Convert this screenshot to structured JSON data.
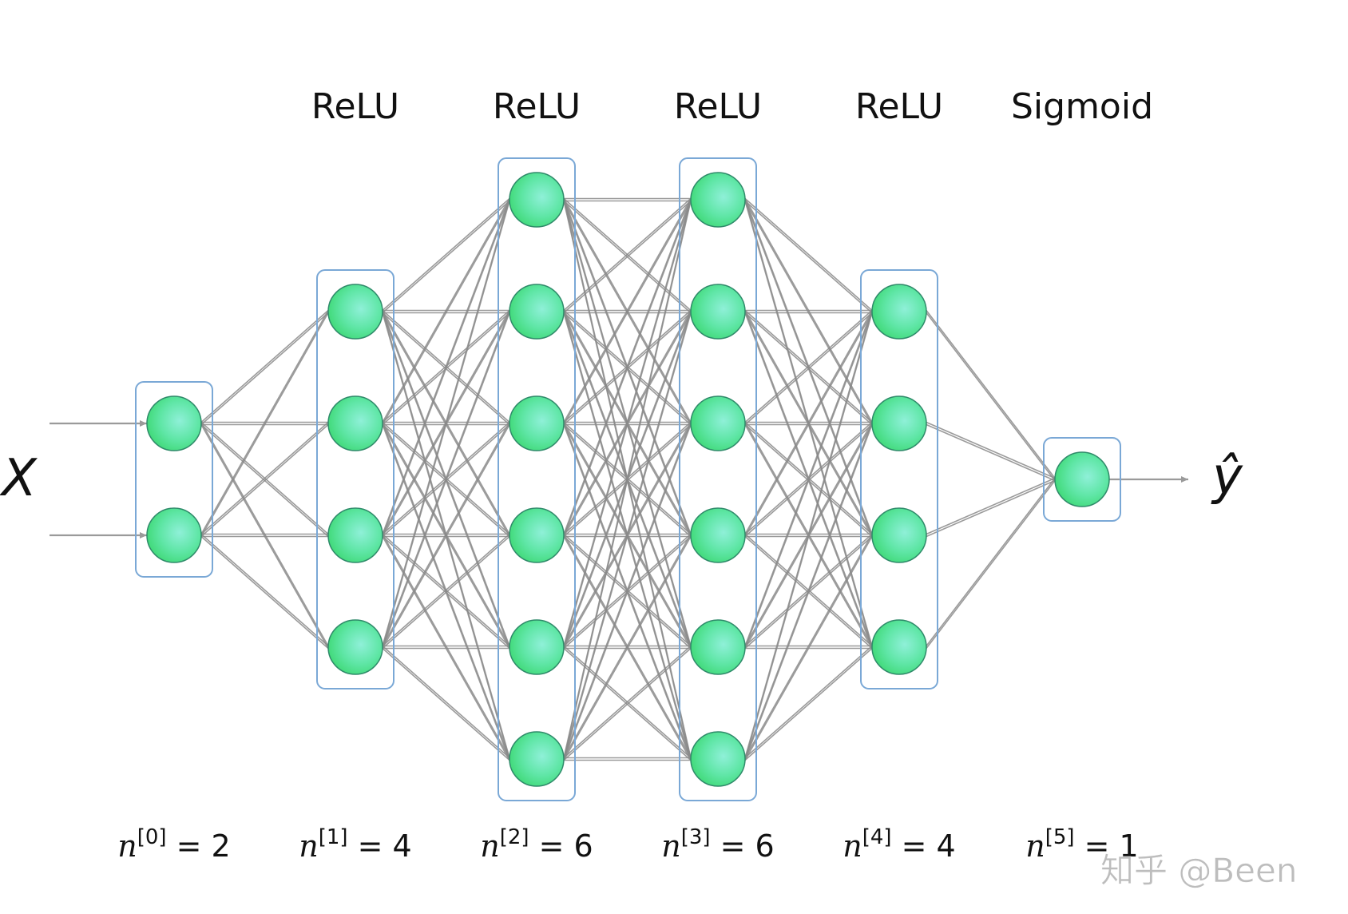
{
  "input_label": "X",
  "output_label": "ŷ",
  "watermark": "知乎 @Been",
  "colors": {
    "neuron_fill_light": "#7fe3c0",
    "neuron_fill_dark": "#3bd97a",
    "box_stroke": "#7aa8d6",
    "edge": "#8a8a8a"
  },
  "layers": [
    {
      "activation": "",
      "n_label": "n",
      "index": "[0]",
      "eq": " = 2",
      "units": 2
    },
    {
      "activation": "ReLU",
      "n_label": "n",
      "index": "[1]",
      "eq": " = 4",
      "units": 4
    },
    {
      "activation": "ReLU",
      "n_label": "n",
      "index": "[2]",
      "eq": " = 6",
      "units": 6
    },
    {
      "activation": "ReLU",
      "n_label": "n",
      "index": "[3]",
      "eq": " = 6",
      "units": 6
    },
    {
      "activation": "ReLU",
      "n_label": "n",
      "index": "[4]",
      "eq": " = 4",
      "units": 4
    },
    {
      "activation": "Sigmoid",
      "n_label": "n",
      "index": "[5]",
      "eq": " = 1",
      "units": 1
    }
  ]
}
